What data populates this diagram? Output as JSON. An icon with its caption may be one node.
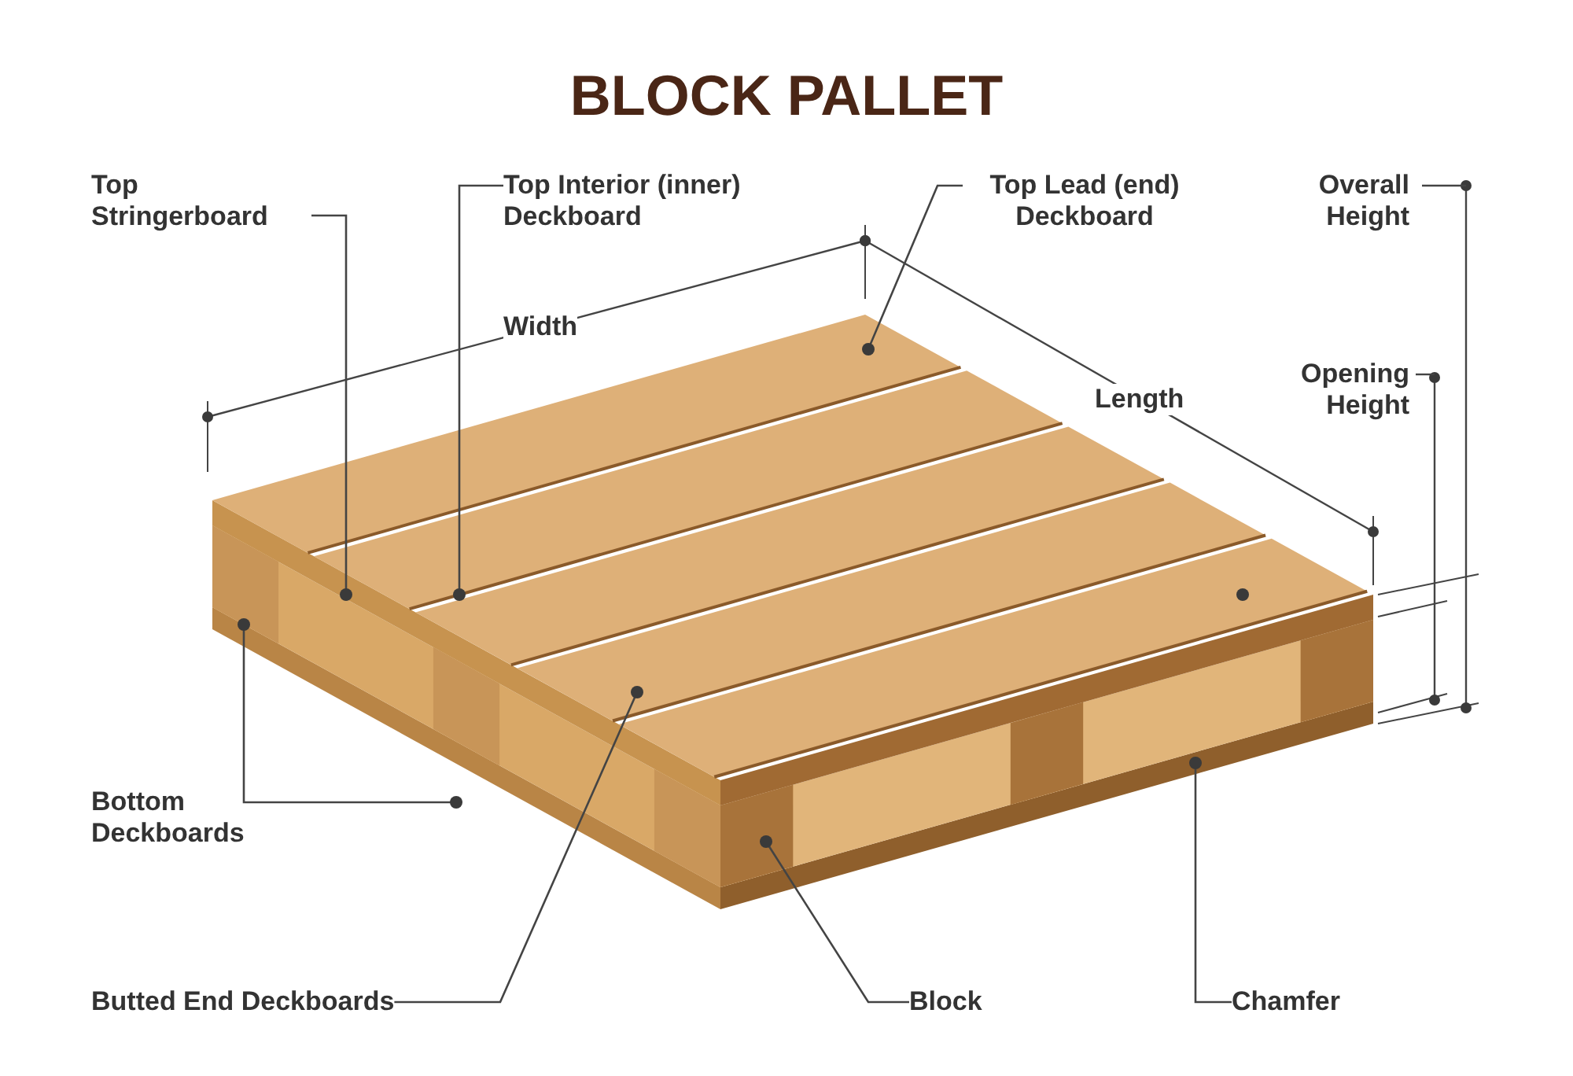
{
  "diagram": {
    "title": "BLOCK PALLET",
    "nodes": [
      {
        "text": [
          "Top Stringerboard"
        ]
      },
      {
        "text": [
          "Top Interior (inner) Deckboard"
        ]
      },
      {
        "text": [
          "Top Lead (end) Deckboard"
        ]
      },
      {
        "text": [
          "Bottom Deckboards"
        ]
      },
      {
        "text": [
          "Butted End Deckboards"
        ]
      },
      {
        "text": [
          "Block"
        ]
      },
      {
        "text": [
          "Chamfer"
        ]
      }
    ],
    "edges": [
      {
        "from": 0,
        "to": null,
        "arrow": "other"
      },
      {
        "from": 1,
        "to": null,
        "arrow": "other"
      },
      {
        "from": 2,
        "to": null,
        "arrow": "other"
      },
      {
        "from": 3,
        "to": null,
        "arrow": "other"
      },
      {
        "from": 3,
        "to": null,
        "arrow": "other"
      },
      {
        "from": 4,
        "to": null,
        "arrow": "other"
      },
      {
        "from": 5,
        "to": null,
        "arrow": "other"
      },
      {
        "from": 6,
        "to": null,
        "arrow": "other"
      }
    ],
    "labels": [
      "Width",
      "Length",
      "Overall Height",
      "Opening Height"
    ]
  }
}
